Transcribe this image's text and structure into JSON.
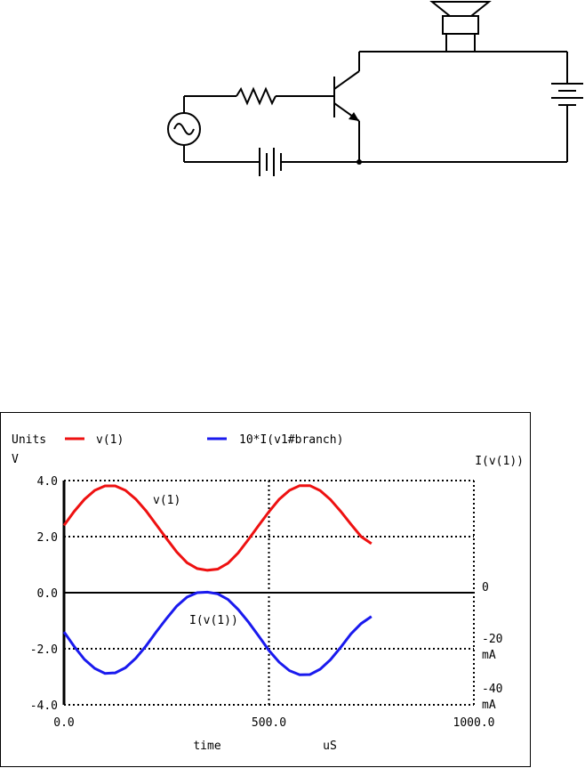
{
  "chart_data": {
    "type": "line",
    "header": {
      "units_label": "Units",
      "left_unit": "V",
      "right_title": "I(v(1))"
    },
    "x": [
      0,
      25,
      50,
      75,
      100,
      125,
      150,
      175,
      200,
      225,
      250,
      275,
      300,
      325,
      350,
      375,
      400,
      425,
      450,
      475,
      500,
      525,
      550,
      575,
      600,
      625,
      650,
      675,
      700,
      725,
      750
    ],
    "series": [
      {
        "name": "v(1)",
        "color": "#ee1111",
        "values": [
          2.4,
          2.9,
          3.33,
          3.65,
          3.81,
          3.81,
          3.65,
          3.34,
          2.92,
          2.43,
          1.93,
          1.45,
          1.07,
          0.86,
          0.8,
          0.84,
          1.05,
          1.42,
          1.9,
          2.4,
          2.89,
          3.33,
          3.65,
          3.82,
          3.82,
          3.64,
          3.32,
          2.9,
          2.44,
          2.0,
          1.75
        ]
      },
      {
        "name": "10*I(v1#branch)",
        "color": "#1a1aee",
        "values": [
          -1.4,
          -1.92,
          -2.38,
          -2.7,
          -2.88,
          -2.86,
          -2.68,
          -2.34,
          -1.9,
          -1.4,
          -0.92,
          -0.48,
          -0.16,
          0.0,
          0.02,
          -0.04,
          -0.24,
          -0.6,
          -1.05,
          -1.55,
          -2.06,
          -2.48,
          -2.78,
          -2.93,
          -2.92,
          -2.73,
          -2.39,
          -1.95,
          -1.47,
          -1.1,
          -0.85
        ]
      }
    ],
    "annotations": {
      "v_label": "v(1)",
      "i_label": "I(v(1))"
    },
    "xlim": [
      0,
      1000
    ],
    "ylim": [
      -4,
      4
    ],
    "x_ticks": [
      "0.0",
      "500.0",
      "1000.0"
    ],
    "y_ticks": [
      "4.0",
      "2.0",
      "0.0",
      "-2.0",
      "-4.0"
    ],
    "right_ticks": [
      "0",
      "-20",
      "mA",
      "-40",
      "mA"
    ],
    "xlabel": "time",
    "xunit": "uS",
    "grid": true
  }
}
